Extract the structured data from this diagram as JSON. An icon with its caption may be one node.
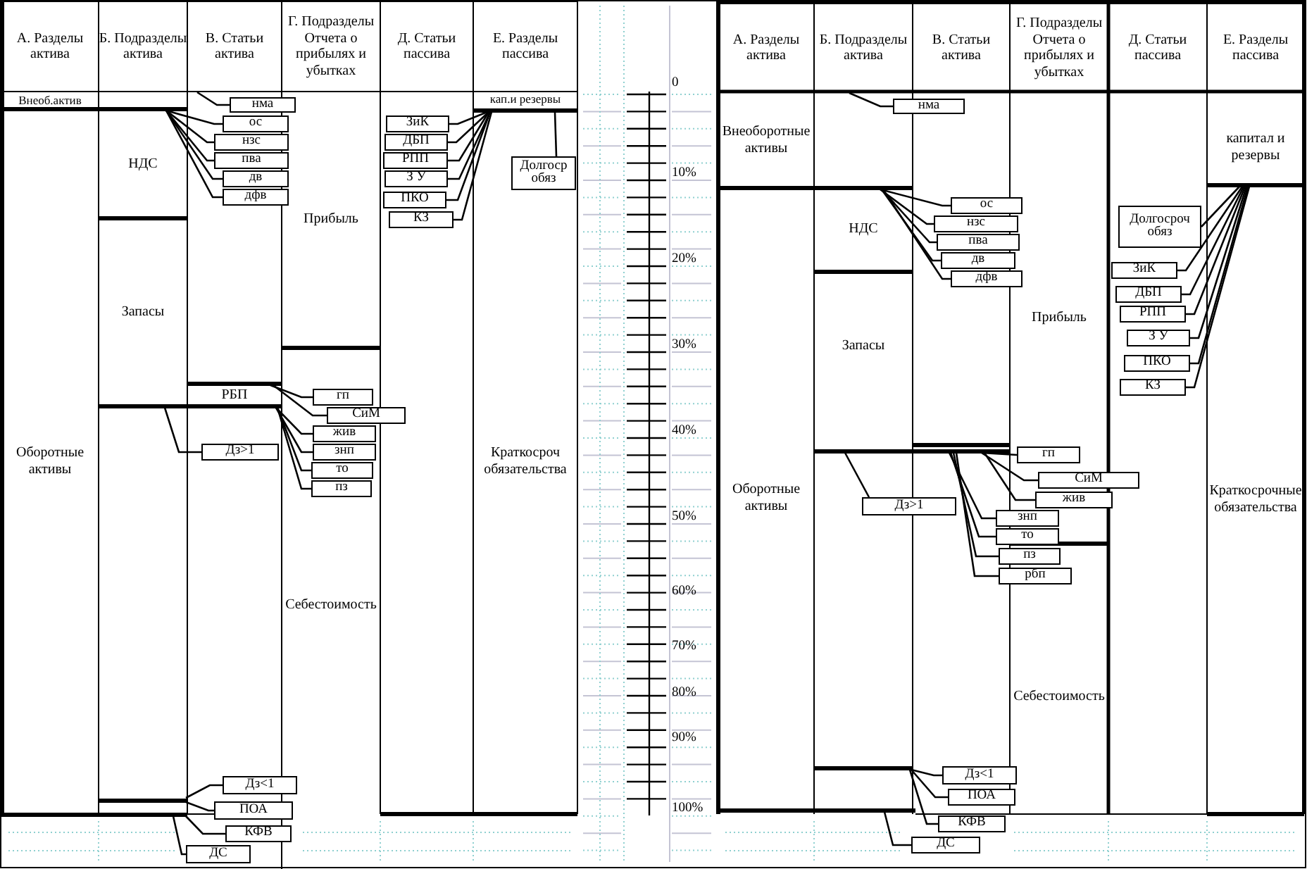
{
  "diagram": {
    "nodes": [
      {
        "text": [
          "нма"
        ]
      },
      {
        "text": [
          "ос"
        ]
      },
      {
        "text": [
          "нзс"
        ]
      },
      {
        "text": [
          "пва"
        ]
      },
      {
        "text": [
          "дв"
        ]
      },
      {
        "text": [
          "дфв"
        ]
      },
      {
        "text": [
          "ЗиК"
        ]
      },
      {
        "text": [
          "ДБП"
        ]
      },
      {
        "text": [
          "РПП"
        ]
      },
      {
        "text": [
          "З У"
        ]
      },
      {
        "text": [
          "ПКО"
        ]
      },
      {
        "text": [
          "КЗ"
        ]
      },
      {
        "text": [
          "Долгоср обяз"
        ]
      },
      {
        "text": [
          "Дз>1"
        ]
      },
      {
        "text": [
          "гп"
        ]
      },
      {
        "text": [
          "СиМ"
        ]
      },
      {
        "text": [
          "жив"
        ]
      },
      {
        "text": [
          "знп"
        ]
      },
      {
        "text": [
          "то"
        ]
      },
      {
        "text": [
          "пз"
        ]
      },
      {
        "text": [
          "Дз<1"
        ]
      },
      {
        "text": [
          "ПОА"
        ]
      },
      {
        "text": [
          "КФВ"
        ]
      },
      {
        "text": [
          "ДС"
        ]
      },
      {
        "text": [
          "нма"
        ]
      },
      {
        "text": [
          "ос"
        ]
      },
      {
        "text": [
          "нзс"
        ]
      },
      {
        "text": [
          "пва"
        ]
      },
      {
        "text": [
          "дв"
        ]
      },
      {
        "text": [
          "дфв"
        ]
      },
      {
        "text": [
          "Долгосроч обяз"
        ]
      },
      {
        "text": [
          "ЗиК"
        ]
      },
      {
        "text": [
          "ДБП"
        ]
      },
      {
        "text": [
          "РПП"
        ]
      },
      {
        "text": [
          "З У"
        ]
      },
      {
        "text": [
          "ПКО"
        ]
      },
      {
        "text": [
          "КЗ"
        ]
      },
      {
        "text": [
          "гп"
        ]
      },
      {
        "text": [
          "СиМ"
        ]
      },
      {
        "text": [
          "жив"
        ]
      },
      {
        "text": [
          "Дз>1"
        ]
      },
      {
        "text": [
          "знп"
        ]
      },
      {
        "text": [
          "то"
        ]
      },
      {
        "text": [
          "пз"
        ]
      },
      {
        "text": [
          "рбп"
        ]
      },
      {
        "text": [
          "Дз<1"
        ]
      },
      {
        "text": [
          "ПОА"
        ]
      },
      {
        "text": [
          "КФВ"
        ]
      },
      {
        "text": [
          "ДС"
        ]
      },
      {
        "text": [],
        "shape": "bar"
      },
      {
        "text": [],
        "shape": "bar"
      },
      {
        "text": [],
        "shape": "bar"
      },
      {
        "text": [],
        "shape": "bar"
      },
      {
        "text": [],
        "shape": "bar"
      },
      {
        "text": [],
        "shape": "bar"
      },
      {
        "text": [],
        "shape": "bar"
      },
      {
        "text": [],
        "shape": "bar"
      },
      {
        "text": [],
        "shape": "bar"
      },
      {
        "text": [],
        "shape": "bar"
      },
      {
        "text": [],
        "shape": "bar"
      }
    ],
    "edges": [
      {
        "from": 0,
        "to": null,
        "arrow": "none"
      },
      {
        "from": 1,
        "to": 49,
        "arrow": "none"
      },
      {
        "from": 2,
        "to": 49,
        "arrow": "none"
      },
      {
        "from": 3,
        "to": 49,
        "arrow": "none"
      },
      {
        "from": 4,
        "to": 49,
        "arrow": "none"
      },
      {
        "from": 5,
        "to": 49,
        "arrow": "none"
      },
      {
        "from": 6,
        "to": 50,
        "arrow": "none"
      },
      {
        "from": 7,
        "to": 50,
        "arrow": "none"
      },
      {
        "from": 8,
        "to": 50,
        "arrow": "none"
      },
      {
        "from": 9,
        "to": 50,
        "arrow": "none"
      },
      {
        "from": 10,
        "to": 50,
        "arrow": "none"
      },
      {
        "from": 11,
        "to": 50,
        "arrow": "none"
      },
      {
        "from": 12,
        "to": 50,
        "arrow": "none"
      },
      {
        "from": 13,
        "to": 52,
        "arrow": "none"
      },
      {
        "from": 14,
        "to": 51,
        "arrow": "none"
      },
      {
        "from": 15,
        "to": 51,
        "arrow": "none"
      },
      {
        "from": 16,
        "to": 52,
        "arrow": "none"
      },
      {
        "from": 17,
        "to": 52,
        "arrow": "none"
      },
      {
        "from": 18,
        "to": 52,
        "arrow": "none"
      },
      {
        "from": 19,
        "to": 52,
        "arrow": "none"
      },
      {
        "from": 20,
        "to": 53,
        "arrow": "none"
      },
      {
        "from": 21,
        "to": 53,
        "arrow": "none"
      },
      {
        "from": 22,
        "to": 54,
        "arrow": "none"
      },
      {
        "from": 23,
        "to": 54,
        "arrow": "none"
      },
      {
        "from": 24,
        "to": null,
        "arrow": "none"
      },
      {
        "from": 25,
        "to": 55,
        "arrow": "none"
      },
      {
        "from": 26,
        "to": 55,
        "arrow": "none"
      },
      {
        "from": 27,
        "to": 55,
        "arrow": "none"
      },
      {
        "from": 28,
        "to": 55,
        "arrow": "none"
      },
      {
        "from": 29,
        "to": 55,
        "arrow": "none"
      },
      {
        "from": 30,
        "to": 56,
        "arrow": "none"
      },
      {
        "from": 31,
        "to": 56,
        "arrow": "none"
      },
      {
        "from": 32,
        "to": 56,
        "arrow": "none"
      },
      {
        "from": 33,
        "to": 56,
        "arrow": "none"
      },
      {
        "from": 34,
        "to": 56,
        "arrow": "none"
      },
      {
        "from": 35,
        "to": 56,
        "arrow": "none"
      },
      {
        "from": 36,
        "to": 56,
        "arrow": "none"
      },
      {
        "from": 37,
        "to": 57,
        "arrow": "none"
      },
      {
        "from": 38,
        "to": 57,
        "arrow": "none"
      },
      {
        "from": 39,
        "to": 57,
        "arrow": "none"
      },
      {
        "from": 40,
        "to": 57,
        "arrow": "none"
      },
      {
        "from": 41,
        "to": 57,
        "arrow": "none"
      },
      {
        "from": 42,
        "to": 57,
        "arrow": "none"
      },
      {
        "from": 43,
        "to": 57,
        "arrow": "none"
      },
      {
        "from": 44,
        "to": 57,
        "arrow": "none"
      },
      {
        "from": 45,
        "to": 58,
        "arrow": "none"
      },
      {
        "from": 46,
        "to": 58,
        "arrow": "none"
      },
      {
        "from": 47,
        "to": 58,
        "arrow": "none"
      },
      {
        "from": 48,
        "to": 59,
        "arrow": "none"
      }
    ],
    "labels": [
      "А. Разделы актива",
      "Б. Подразделы актива",
      "В. Статьи актива",
      "Г. Подразделы Отчета о прибылях и убытках",
      "Д. Статьи пассива",
      "Е. Разделы пассива",
      "Внеоб.актив",
      "кап.и резервы",
      "НДС",
      "Прибыль",
      "Запасы",
      "РБП",
      "Оборотные активы",
      "Краткосроч обязательства",
      "Себестоимость",
      "0",
      "10%",
      "20%",
      "30%",
      "40%",
      "50%",
      "60%",
      "70%",
      "80%",
      "90%",
      "100%",
      "А. Разделы актива",
      "Б. Подразделы актива",
      "В. Статьи актива",
      "Г. Подразделы Отчета о прибылях и убытках",
      "Д. Статьи пассива",
      "Е. Разделы пассива",
      "Внеоборотные активы",
      "капитал и резервы",
      "НДС",
      "Прибыль",
      "Запасы",
      "Оборотные активы",
      "Краткосрочные обязательства",
      "Себестоимость"
    ]
  }
}
